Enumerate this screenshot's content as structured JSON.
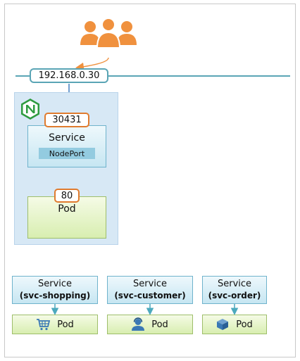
{
  "network": {
    "ip": "192.168.0.30"
  },
  "node": {
    "nodeport": "30431",
    "service_label": "Service",
    "service_type": "NodePort",
    "target_port": "80",
    "pod_label": "Pod"
  },
  "services": [
    {
      "label": "Service",
      "name": "(svc-shopping)",
      "pod_label": "Pod",
      "icon": "shopping-cart-icon"
    },
    {
      "label": "Service",
      "name": "(svc-customer)",
      "pod_label": "Pod",
      "icon": "customer-headset-icon"
    },
    {
      "label": "Service",
      "name": "(svc-order)",
      "pod_label": "Pod",
      "icon": "package-box-icon"
    }
  ],
  "colors": {
    "users": "#f0913e",
    "network_line": "#5aa5b5",
    "port_border": "#e07b2e",
    "node_bg": "#d7e8f5",
    "nginx": "#2e9b3f",
    "arrow": "#3f7ec0"
  }
}
